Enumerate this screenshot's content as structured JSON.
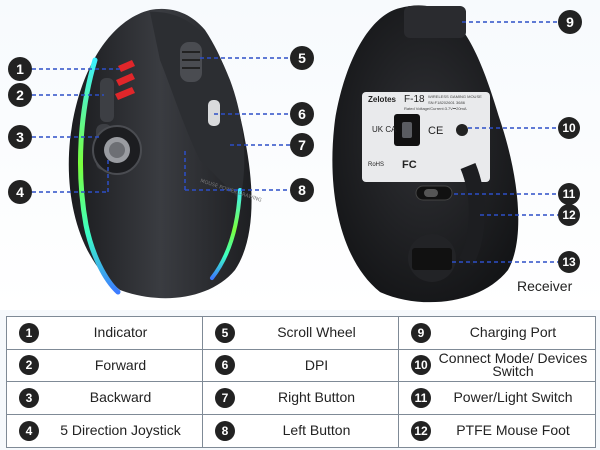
{
  "callouts": [
    "1",
    "2",
    "3",
    "4",
    "5",
    "6",
    "7",
    "8",
    "9",
    "10",
    "11",
    "12",
    "13"
  ],
  "receiver_label": "Receiver",
  "device_label": {
    "brand": "Zelotes",
    "model": "F-18",
    "line1": "WIRELESS GAMING MOUSE",
    "line2": "SN:F18202601 3686",
    "line3": "Rated Voltage/Current:3.7V⎓20mA",
    "rohs": "RoHS",
    "fc": "FC",
    "ce": "CE",
    "ukca": "UK CA"
  },
  "engraving": "MOUSE POWER DRAWING",
  "legend": [
    {
      "num": "1",
      "label": "Indicator"
    },
    {
      "num": "5",
      "label": "Scroll Wheel"
    },
    {
      "num": "9",
      "label": "Charging Port"
    },
    {
      "num": "2",
      "label": "Forward"
    },
    {
      "num": "6",
      "label": "DPI"
    },
    {
      "num": "10",
      "label": "Connect Mode/ Devices Switch"
    },
    {
      "num": "3",
      "label": "Backward"
    },
    {
      "num": "7",
      "label": "Right Button"
    },
    {
      "num": "11",
      "label": "Power/Light Switch"
    },
    {
      "num": "4",
      "label": "5 Direction Joystick"
    },
    {
      "num": "8",
      "label": "Left Button"
    },
    {
      "num": "12",
      "label": "PTFE Mouse Foot"
    }
  ],
  "colors": {
    "badge": "#222222",
    "leader": "#2d4fc7",
    "body": "#2b2d31",
    "rgb_top": "#3cf0ff",
    "rgb_mid": "#7aff3c",
    "rgb_bot": "#3c7bff",
    "led": "#e0262a"
  }
}
